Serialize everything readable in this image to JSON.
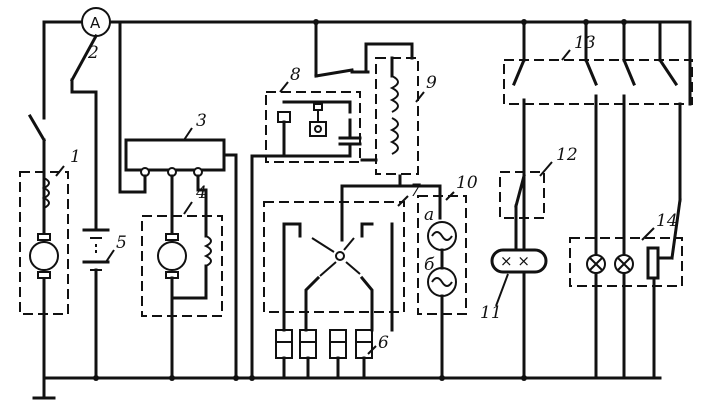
{
  "ammeter_symbol": "A",
  "labels": [
    "1",
    "2",
    "3",
    "4",
    "5",
    "6",
    "7",
    "8",
    "9",
    "10",
    "11",
    "12",
    "13",
    "14"
  ],
  "sub_labels": [
    "а",
    "б"
  ]
}
